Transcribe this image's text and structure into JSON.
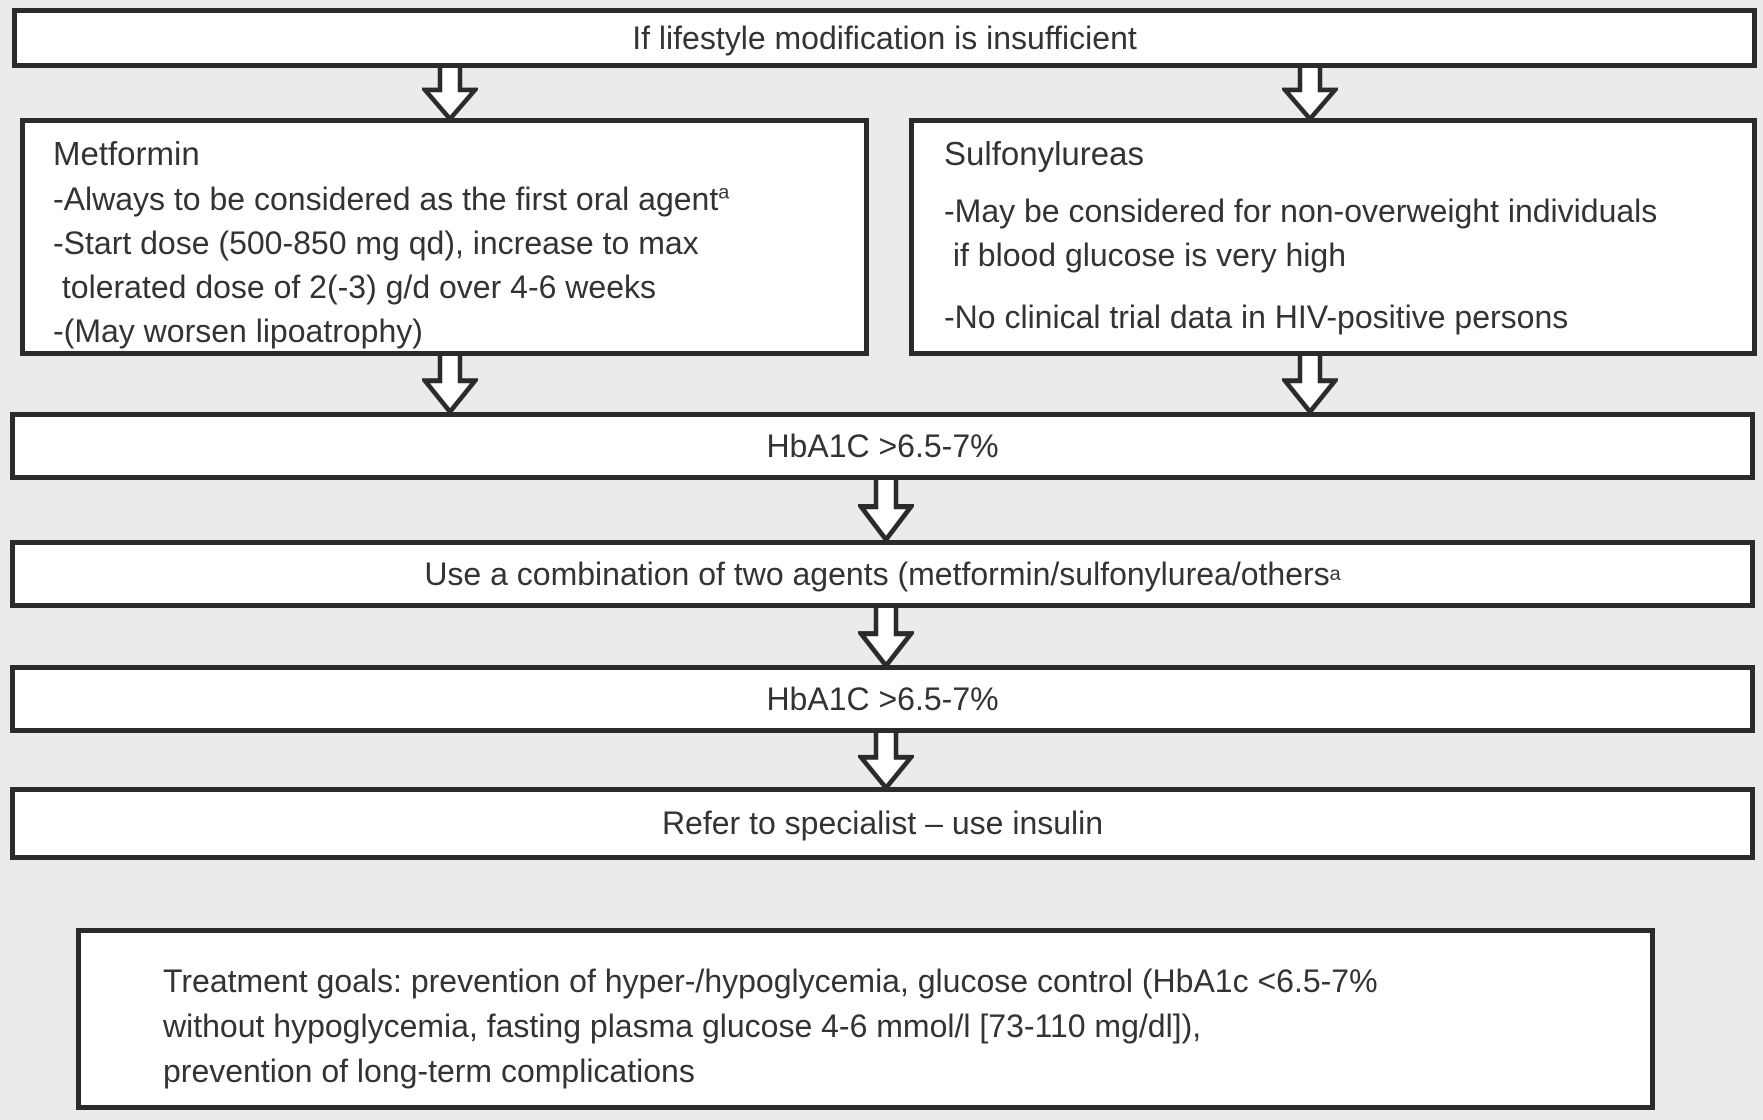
{
  "colors": {
    "background": "#ebebeb",
    "box_fill": "#ffffff",
    "border": "#2b2b2b",
    "text": "#333333"
  },
  "diagram": {
    "top_box": {
      "text": "If lifestyle modification is insufficient"
    },
    "metformin": {
      "title": "Metformin",
      "bullet1": "-Always to be considered as the first oral agent",
      "bullet1_sup": "a",
      "bullet2_line1": "-Start dose (500-850 mg qd), increase to max",
      "bullet2_line2": " tolerated dose of 2(-3) g/d over 4-6 weeks",
      "bullet3": "-(May worsen lipoatrophy)"
    },
    "sulfonylureas": {
      "title": "Sulfonylureas",
      "bullet1_line1": "-May be considered for non-overweight individuals",
      "bullet1_line2": " if blood glucose is very high",
      "bullet2": "-No clinical trial data in HIV-positive persons"
    },
    "hba1c_first": {
      "text": "HbA1C >6.5-7%"
    },
    "combination": {
      "text": "Use a combination of two agents (metformin/sulfonylurea/others",
      "sup": "a"
    },
    "hba1c_second": {
      "text": "HbA1C >6.5-7%"
    },
    "refer": {
      "text": "Refer to specialist – use insulin"
    },
    "goals": {
      "line1": "Treatment goals: prevention of hyper-/hypoglycemia, glucose control (HbA1c <6.5-7%",
      "line2": "without hypoglycemia, fasting plasma glucose 4-6 mmol/l [73-110 mg/dl]),",
      "line3": "prevention of long-term complications"
    }
  }
}
